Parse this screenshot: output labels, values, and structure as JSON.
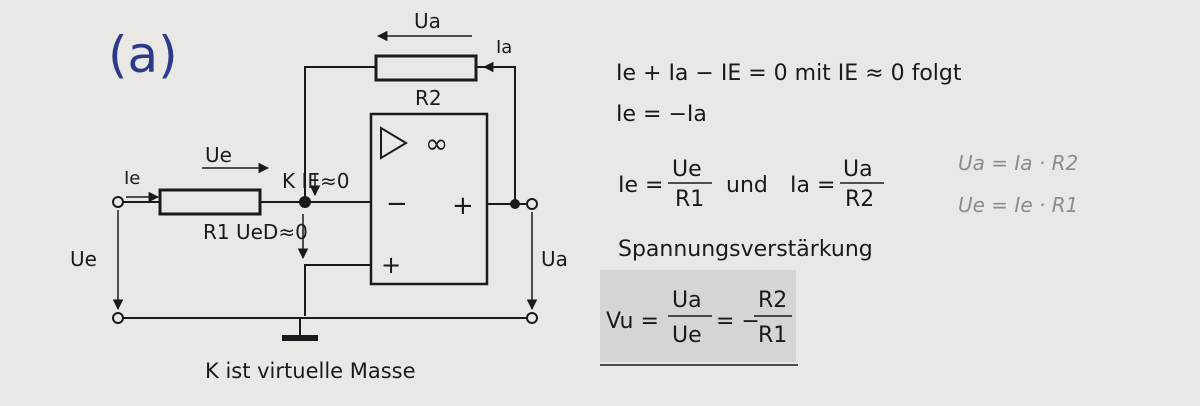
{
  "figure_label": "(a)",
  "circuit": {
    "labels": {
      "ua_top": "Ua",
      "ia": "Ia",
      "r2": "R2",
      "ue_top": "Ue",
      "ie": "Ie",
      "k_ie": "K IE≈0",
      "r1_ued": "R1 UeD≈0",
      "opamp_gain": "∞",
      "opamp_minus": "−",
      "opamp_plus_out": "+",
      "opamp_plus_in": "+",
      "ue_left": "Ue",
      "ua_right": "Ua",
      "caption": "K ist virtuelle Masse"
    }
  },
  "equations": {
    "line1": "Ie + Ia − IE = 0 mit IE ≈ 0 folgt",
    "line2": "Ie = −Ia",
    "line3_left_lhs": "Ie =",
    "line3_left_num": "Ue",
    "line3_left_den": "R1",
    "line3_und": "und",
    "line3_right_lhs": "Ia =",
    "line3_right_num": "Ua",
    "line3_right_den": "R2",
    "heading": "Spannungsverstärkung",
    "gain_lhs": "Vu =",
    "gain_num1": "Ua",
    "gain_den1": "Ue",
    "gain_eq": "= −",
    "gain_num2": "R2",
    "gain_den2": "R1"
  },
  "handwritten": {
    "note1": "Ua = Ia · R2",
    "note2": "Ue = Ie · R1"
  }
}
